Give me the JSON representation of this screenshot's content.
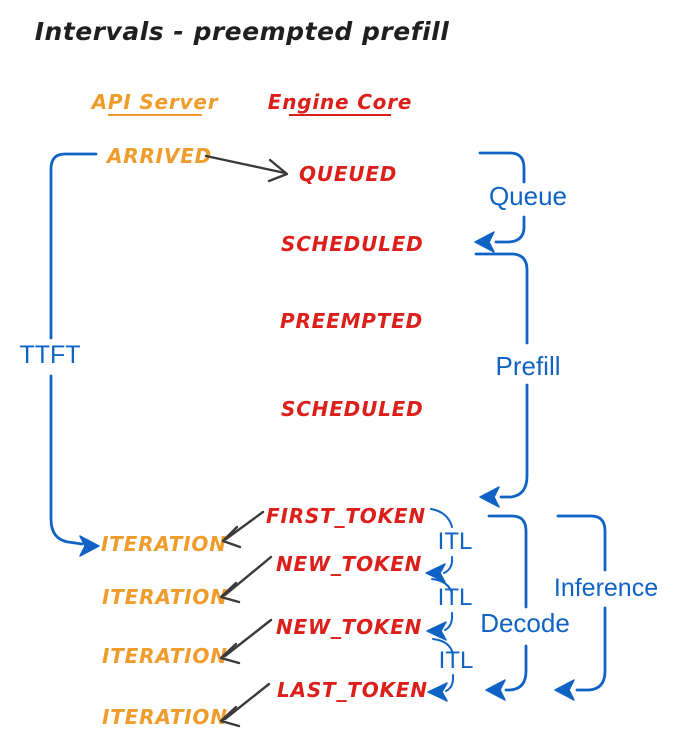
{
  "title": "Intervals - preempted prefill",
  "headers": {
    "api_server": "API Server",
    "engine_core": "Engine Core"
  },
  "api_events": {
    "arrived": "ARRIVED",
    "iteration1": "ITERATION",
    "iteration2": "ITERATION",
    "iteration3": "ITERATION",
    "iteration4": "ITERATION"
  },
  "engine_events": {
    "queued": "QUEUED",
    "scheduled1": "SCHEDULED",
    "preempted": "PREEMPTED",
    "scheduled2": "SCHEDULED",
    "first_token": "FIRST_TOKEN",
    "new_token1": "NEW_TOKEN",
    "new_token2": "NEW_TOKEN",
    "last_token": "LAST_TOKEN"
  },
  "intervals": {
    "ttft": "TTFT",
    "queue": "Queue",
    "prefill": "Prefill",
    "itl1": "ITL",
    "itl2": "ITL",
    "itl3": "ITL",
    "decode": "Decode",
    "inference": "Inference"
  },
  "colors": {
    "api": "#EE9C2B",
    "engine": "#DC1F1B",
    "interval": "#1063C5",
    "arrow": "#3A3A3A",
    "title": "#1F1F1F"
  }
}
